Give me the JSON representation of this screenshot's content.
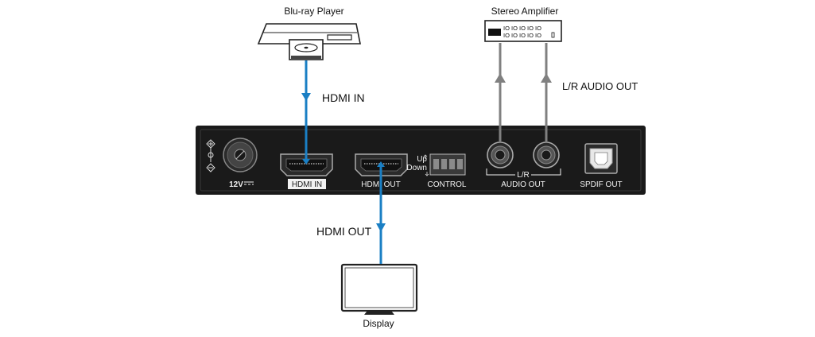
{
  "devices": {
    "source": "Blu-ray Player",
    "amplifier": "Stereo Amplifier",
    "display": "Display"
  },
  "connections": {
    "hdmi_in": "HDMI IN",
    "hdmi_out": "HDMI OUT",
    "audio_out": "L/R AUDIO OUT"
  },
  "panel": {
    "power": "12V",
    "hdmi_in": "HDMI IN",
    "hdmi_out": "HDMI OUT",
    "switch_up": "Up",
    "switch_down": "Down",
    "control": "CONTROL",
    "lr": "L/R",
    "audio_out": "AUDIO OUT",
    "spdif_out": "SPDIF OUT"
  },
  "amplifier_display": {
    "row1": "IO IO IO IO IO",
    "row2": "IO IO IO IO IO"
  },
  "colors": {
    "hdmi_cable": "#1a7fc4",
    "audio_cable": "#808080",
    "panel": "#1a1a1a"
  }
}
